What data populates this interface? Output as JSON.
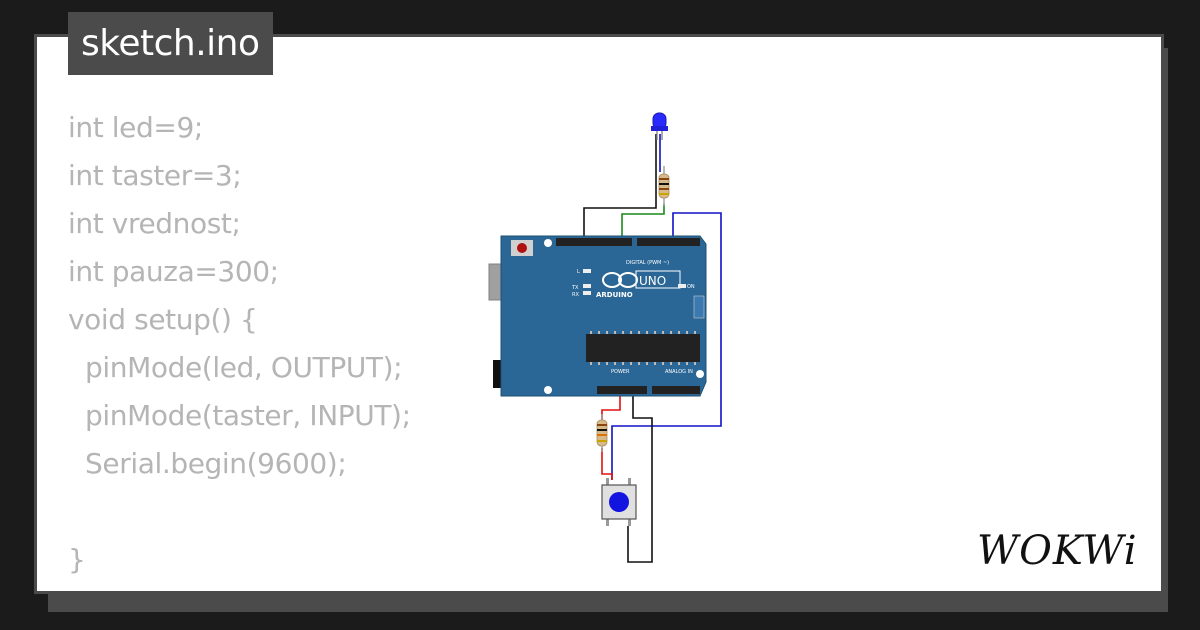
{
  "title": "sketch.ino",
  "code_lines": [
    "int led=9;",
    "int taster=3;",
    "int vrednost;",
    "int pauza=300;",
    "void setup() {",
    "  pinMode(led, OUTPUT);",
    "  pinMode(taster, INPUT);",
    "  Serial.begin(9600);",
    "",
    "}"
  ],
  "board": {
    "brand": "ARDUINO",
    "model": "UNO",
    "digital_label": "DIGITAL (PWM ~)",
    "power_label": "POWER",
    "analog_label": "ANALOG IN",
    "on_label": "ON",
    "l_label": "L",
    "tx_label": "TX",
    "rx_label": "RX"
  },
  "components": [
    "led",
    "resistor",
    "resistor",
    "pushbutton"
  ],
  "logo_text": "WOKWi",
  "colors": {
    "background": "#1b1b1b",
    "card": "#ffffff",
    "tab": "#4b4b4b",
    "code_text": "#b5b5b5",
    "board": "#2a6796",
    "led": "#2a2aff",
    "button": "#1414e0",
    "wire_blue": "#1010c8",
    "wire_green": "#1a8a1a",
    "wire_red": "#e01010",
    "wire_black": "#111111"
  }
}
